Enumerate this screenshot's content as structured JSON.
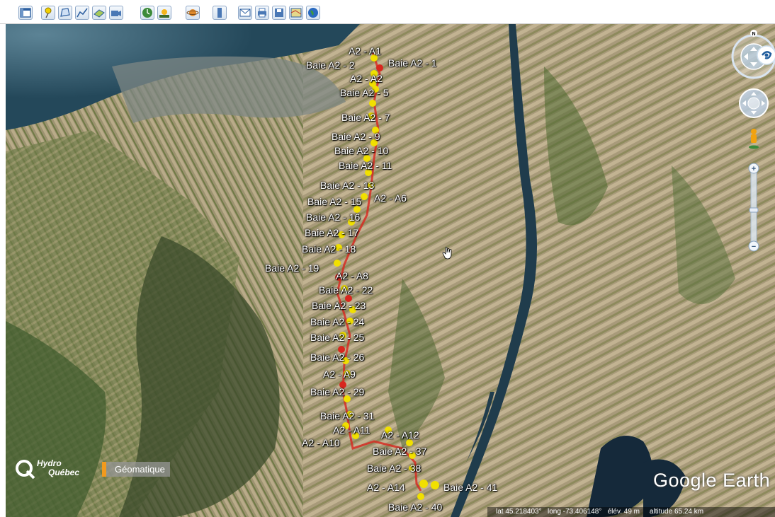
{
  "toolbar": {
    "buttons": [
      {
        "name": "sidebar-toggle",
        "icon": "sidebar-icon"
      },
      {
        "name": "placemark",
        "icon": "pushpin-icon"
      },
      {
        "name": "polygon",
        "icon": "polygon-icon"
      },
      {
        "name": "path",
        "icon": "path-icon"
      },
      {
        "name": "image-overlay",
        "icon": "overlay-icon"
      },
      {
        "name": "record-tour",
        "icon": "tour-icon"
      },
      {
        "name": "historical-imagery",
        "icon": "clock-globe-icon"
      },
      {
        "name": "sunlight",
        "icon": "sun-icon"
      },
      {
        "name": "switch-planet",
        "icon": "planet-icon"
      },
      {
        "name": "ruler",
        "icon": "ruler-icon"
      },
      {
        "name": "email",
        "icon": "envelope-icon"
      },
      {
        "name": "print",
        "icon": "printer-icon"
      },
      {
        "name": "save-image",
        "icon": "save-image-icon"
      },
      {
        "name": "view-in-maps",
        "icon": "map-icon"
      },
      {
        "name": "web-earth",
        "icon": "earth-icon"
      }
    ]
  },
  "map": {
    "labels": [
      {
        "text": "A2 - A1",
        "side": "main"
      },
      {
        "text": "Baie A2 - 1",
        "side": "main"
      },
      {
        "text": "Baie A2 - 2",
        "side": "main"
      },
      {
        "text": "A2 - A2",
        "side": "main"
      },
      {
        "text": "Baie A2 - 5",
        "side": "main"
      },
      {
        "text": "Baie A2 - 7",
        "side": "main"
      },
      {
        "text": "Baie A2 - 9",
        "side": "main"
      },
      {
        "text": "Baie A2 - 10",
        "side": "main"
      },
      {
        "text": "Baie A2 - 11",
        "side": "main"
      },
      {
        "text": "Baie A2 - 13",
        "side": "main"
      },
      {
        "text": "A2 - A6",
        "side": "main"
      },
      {
        "text": "Baie A2 - 15",
        "side": "main"
      },
      {
        "text": "Baie A2 - 16",
        "side": "main"
      },
      {
        "text": "Baie A2 - 17",
        "side": "main"
      },
      {
        "text": "Baie A2 - 18",
        "side": "main"
      },
      {
        "text": "Baie A2 - 19",
        "side": "main"
      },
      {
        "text": "A2 - A8",
        "side": "main"
      },
      {
        "text": "Baie A2 - 22",
        "side": "main"
      },
      {
        "text": "Baie A2 - 23",
        "side": "main"
      },
      {
        "text": "Baie A2 - 24",
        "side": "main"
      },
      {
        "text": "Baie A2 - 25",
        "side": "main"
      },
      {
        "text": "Baie A2 - 26",
        "side": "main"
      },
      {
        "text": "A2 - A9",
        "side": "main"
      },
      {
        "text": "Baie A2 - 29",
        "side": "main"
      },
      {
        "text": "Baie A2 - 31",
        "side": "main"
      },
      {
        "text": "A2 - A11",
        "side": "main"
      },
      {
        "text": "A2 - A12",
        "side": "main"
      },
      {
        "text": "A2 - A10",
        "side": "main"
      },
      {
        "text": "Baie A2 - 37",
        "side": "main"
      },
      {
        "text": "Baie A2 - 38",
        "side": "main"
      },
      {
        "text": "A2 - A14",
        "side": "main"
      },
      {
        "text": "Baie A2 - 41",
        "side": "main"
      },
      {
        "text": "Baie A2 - 40",
        "side": "main"
      }
    ],
    "logo_hydro_line1": "Hydro",
    "logo_hydro_line2": "Québec",
    "badge": "Géomatique",
    "earth_logo": "Google Earth",
    "status": {
      "lat_label": "lat",
      "lat_value": "45.218403°",
      "long_label": "long",
      "long_value": "-73.406148°",
      "elev_label": "élév.",
      "elev_value": "49 m",
      "alt_label": "altitude",
      "alt_value": "65.24 km"
    },
    "colors": {
      "pin_yellow": "#f1e000",
      "pin_red": "#d8261e",
      "water": "#1d3a4a",
      "field_light": "#b6a487",
      "field_green": "#4e6b32",
      "forest_dark": "#2e4424"
    }
  },
  "navigation": {
    "north_label": "N",
    "zoom_plus": "+",
    "zoom_minus": "−"
  }
}
